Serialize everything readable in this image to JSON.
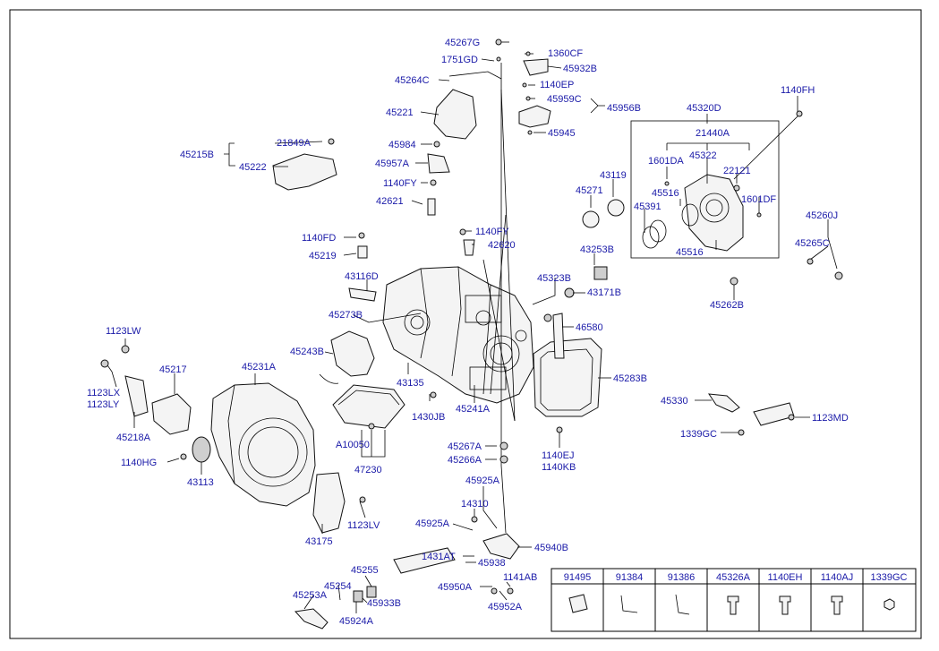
{
  "labels": {
    "p45267G": "45267G",
    "p1751GD": "1751GD",
    "p45264C": "45264C",
    "p45221": "45221",
    "p1360CF": "1360CF",
    "p45932B": "45932B",
    "p1140EP": "1140EP",
    "p45959C": "45959C",
    "p45956B": "45956B",
    "p45945": "45945",
    "p21849A": "21849A",
    "p45215B": "45215B",
    "p45222": "45222",
    "p45984": "45984",
    "p45957A": "45957A",
    "p1140FY_a": "1140FY",
    "p42621": "42621",
    "p1140FY_b": "1140FY",
    "p42620": "42620",
    "p1140FD": "1140FD",
    "p45219": "45219",
    "p43116D": "43116D",
    "p45273B": "45273B",
    "p45243B": "45243B",
    "p43135": "43135",
    "p1430JB": "1430JB",
    "p45241A": "45241A",
    "p45323B": "45323B",
    "p43171B": "43171B",
    "p46580": "46580",
    "p45283B": "45283B",
    "p1140EJ": "1140EJ",
    "p1140KB": "1140KB",
    "p45267A": "45267A",
    "p45266A": "45266A",
    "pA10050": "A10050",
    "p47230": "47230",
    "p1123LW": "1123LW",
    "p1123LX": "1123LX",
    "p1123LY": "1123LY",
    "p45217": "45217",
    "p45231A": "45231A",
    "p45218A": "45218A",
    "p1140HG": "1140HG",
    "p43113": "43113",
    "p43175": "43175",
    "p1123LV": "1123LV",
    "p45925A_a": "45925A",
    "p14310": "14310",
    "p45925A_b": "45925A",
    "p45940B": "45940B",
    "p1431AT": "1431AT",
    "p45938": "45938",
    "p45255": "45255",
    "p45254": "45254",
    "p45253A": "45253A",
    "p45933B": "45933B",
    "p45924A": "45924A",
    "p45950A": "45950A",
    "p1141AB": "1141AB",
    "p45952A": "45952A",
    "p1140FH": "1140FH",
    "p45320D": "45320D",
    "p21440A": "21440A",
    "p45322": "45322",
    "p1601DA": "1601DA",
    "p22121": "22121",
    "p45516_a": "45516",
    "p1601DF": "1601DF",
    "p45391": "45391",
    "p45516_b": "45516",
    "p45260J": "45260J",
    "p45265C": "45265C",
    "p45262B": "45262B",
    "p43119": "43119",
    "p45271": "45271",
    "p43253B": "43253B",
    "p45330": "45330",
    "p1339GC": "1339GC",
    "p1123MD": "1123MD"
  },
  "parts_table": {
    "headers": [
      "91495",
      "91384",
      "91386",
      "45326A",
      "1140EH",
      "1140AJ",
      "1339GC"
    ]
  }
}
